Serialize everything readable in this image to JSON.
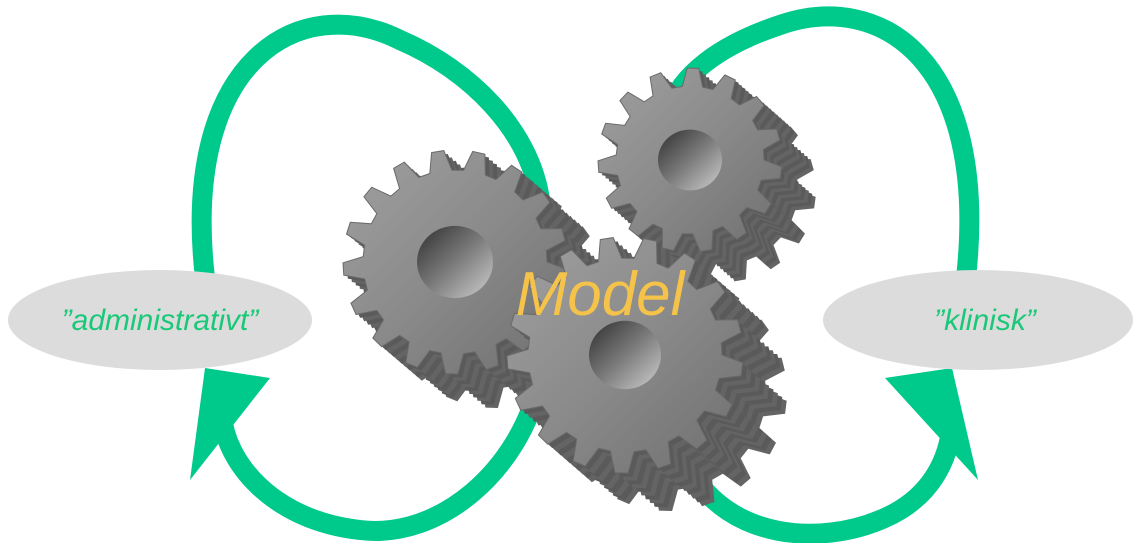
{
  "labels": {
    "left": "”administrativt”",
    "right": "”klinisk”",
    "center": "Model"
  },
  "colors": {
    "arrow": "#00c98c",
    "ellipse_fill": "#dcdcdc",
    "label_text": "#19c878",
    "model_text": "#f5c24a",
    "gear_face": "#8a8a8a",
    "gear_side": "#5c5c5c",
    "gear_hole": "#3a3a3a"
  },
  "icons": {
    "gears": "gear-icon",
    "loops": "loop-arrow-icon"
  }
}
